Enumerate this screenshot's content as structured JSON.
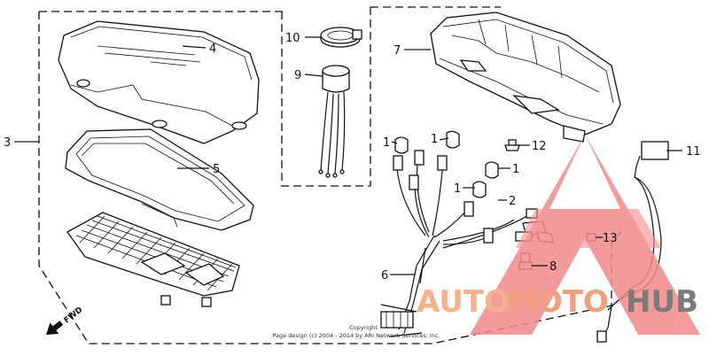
{
  "callouts": [
    "4",
    "3",
    "5",
    "10",
    "9",
    "7",
    "1",
    "1",
    "12",
    "1",
    "1",
    "2",
    "11",
    "13",
    "8",
    "6"
  ],
  "fwd_label": "FWD",
  "watermark": {
    "auto": "AUTO",
    "moto": "MOTO",
    "hub": "HUB",
    "color_auto": "#f5b18a",
    "color_moto": "#f0a07c",
    "color_hub": "#7b7b7b",
    "triangle_color": "#f28a8a"
  },
  "copyright": [
    "Copyright",
    "Page design (c) 2004 - 2014 by ARI Network Services, Inc."
  ]
}
